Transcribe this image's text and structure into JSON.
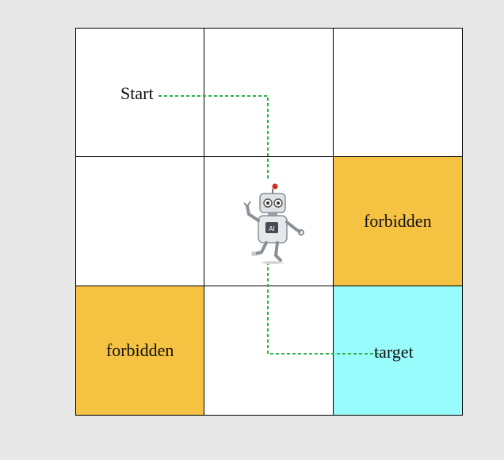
{
  "grid": {
    "rows": 3,
    "cols": 3,
    "cells": [
      {
        "row": 1,
        "col": 1,
        "type": "start",
        "label": "Start",
        "color": "#ffffff"
      },
      {
        "row": 1,
        "col": 2,
        "type": "empty",
        "label": "",
        "color": "#ffffff"
      },
      {
        "row": 1,
        "col": 3,
        "type": "empty",
        "label": "",
        "color": "#ffffff"
      },
      {
        "row": 2,
        "col": 1,
        "type": "empty",
        "label": "",
        "color": "#ffffff"
      },
      {
        "row": 2,
        "col": 2,
        "type": "agent",
        "label": "",
        "color": "#ffffff"
      },
      {
        "row": 2,
        "col": 3,
        "type": "forbidden",
        "label": "forbidden",
        "color": "#f5c242"
      },
      {
        "row": 3,
        "col": 1,
        "type": "forbidden",
        "label": "forbidden",
        "color": "#f5c242"
      },
      {
        "row": 3,
        "col": 2,
        "type": "empty",
        "label": "",
        "color": "#ffffff"
      },
      {
        "row": 3,
        "col": 3,
        "type": "target",
        "label": "target",
        "color": "#99fcfc"
      }
    ]
  },
  "labels": {
    "start": "Start",
    "forbidden_1": "forbidden",
    "forbidden_2": "forbidden",
    "target": "target"
  },
  "agent": {
    "icon": "robot-icon",
    "chest_label": "AI",
    "cell": {
      "row": 2,
      "col": 2
    }
  },
  "path": {
    "color": "#2db34a",
    "style": "dashed",
    "route": [
      "Start",
      "cell r1c2",
      "agent",
      "cell r3c2",
      "target"
    ]
  },
  "colors": {
    "forbidden": "#f5c242",
    "target": "#99fcfc",
    "background": "#e8e8e8",
    "path": "#2db34a",
    "agent_antenna": "#cc2a1e"
  }
}
